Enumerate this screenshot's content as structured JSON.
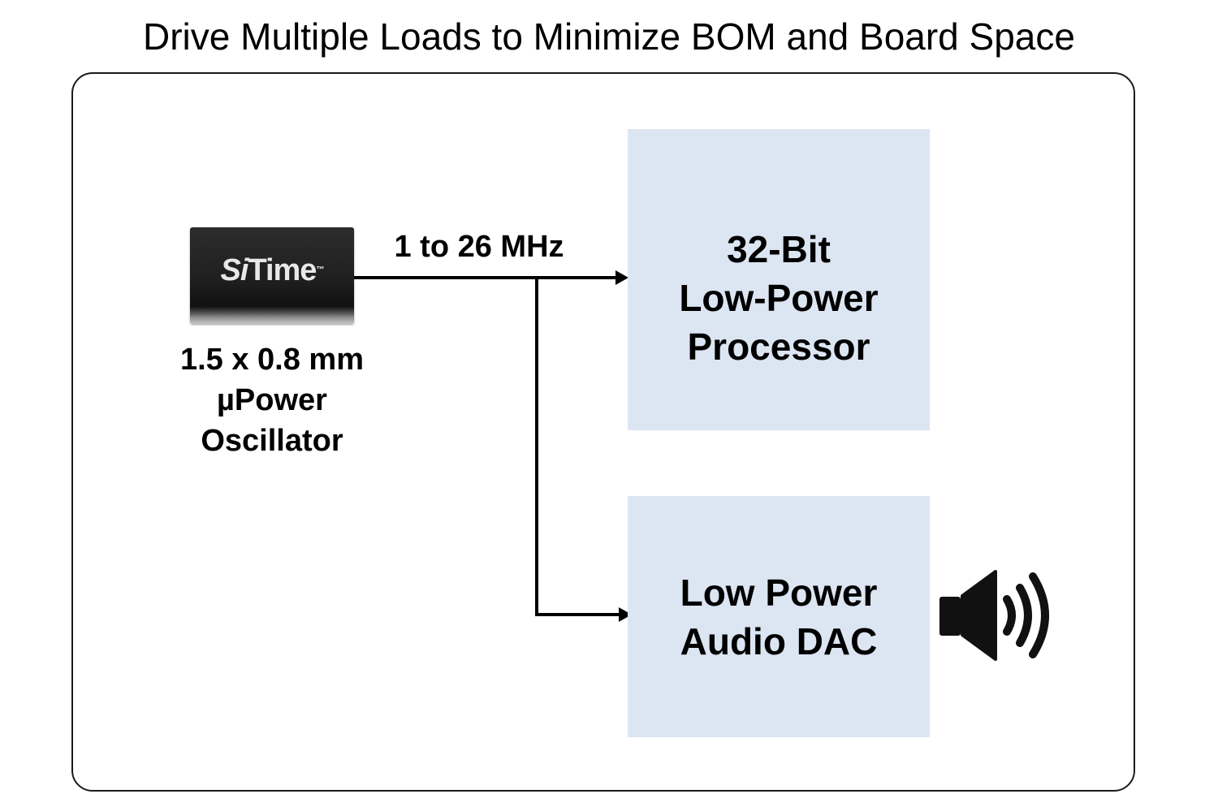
{
  "title": "Drive Multiple Loads to Minimize BOM and Board Space",
  "oscillator": {
    "logo_si": "Si",
    "logo_time": "Time",
    "logo_tm": "™",
    "label_lines": [
      "1.5 x 0.8 mm",
      "µPower",
      "Oscillator"
    ]
  },
  "connection": {
    "frequency_label": "1 to 26 MHz"
  },
  "blocks": {
    "processor": {
      "lines": [
        "32-Bit",
        "Low-Power",
        "Processor"
      ]
    },
    "dac": {
      "lines": [
        "Low Power",
        "Audio DAC"
      ]
    }
  },
  "icons": {
    "chip": "oscillator-chip-icon",
    "speaker": "speaker-icon"
  },
  "colors": {
    "block_fill": "#dce6f2",
    "chip_body": "#1f1f1f",
    "line": "#000000"
  }
}
